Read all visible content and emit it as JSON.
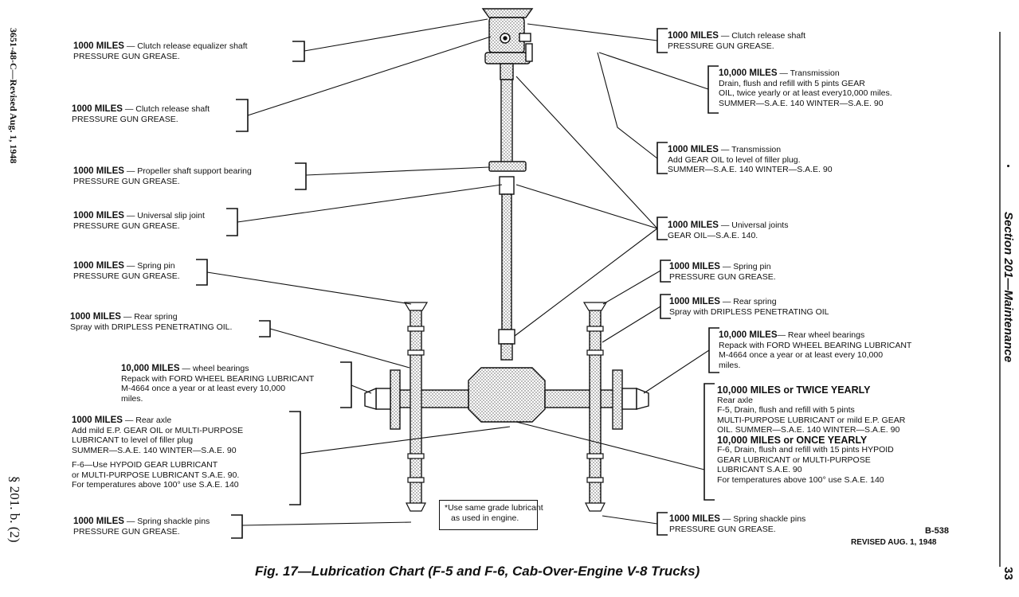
{
  "left_margin": {
    "doc_id": "3651-48-C—Revised Aug. 1, 1948",
    "section_ref": "§ 201. b. (2)"
  },
  "right_margin": {
    "section_title": "Section 201—Maintenance",
    "page_number": "33"
  },
  "labels_left": [
    {
      "name": "clutch-equalizer",
      "lines": [
        {
          "bold": "1000 MILES",
          "rest": " — Clutch release equalizer shaft"
        },
        {
          "text": "PRESSURE GUN GREASE."
        }
      ]
    },
    {
      "name": "clutch-release-left",
      "lines": [
        {
          "bold": "1000 MILES",
          "rest": " — Clutch release shaft"
        },
        {
          "text": "PRESSURE GUN GREASE."
        }
      ]
    },
    {
      "name": "propeller-bearing",
      "lines": [
        {
          "bold": "1000 MILES",
          "rest": " — Propeller shaft  support bearing"
        },
        {
          "text": "PRESSURE GUN GREASE."
        }
      ]
    },
    {
      "name": "slip-joint",
      "lines": [
        {
          "bold": "1000 MILES",
          "rest": " — Universal slip joint"
        },
        {
          "text": "PRESSURE GUN GREASE."
        }
      ]
    },
    {
      "name": "spring-pin-left",
      "lines": [
        {
          "bold": "1000 MILES",
          "rest": " — Spring  pin"
        },
        {
          "text": "PRESSURE GUN GREASE."
        }
      ]
    },
    {
      "name": "rear-spring-left",
      "lines": [
        {
          "bold": "1000 MILES",
          "rest": " — Rear spring"
        },
        {
          "text": "Spray with DRIPLESS PENETRATING OIL."
        }
      ]
    },
    {
      "name": "wheel-bearings-left",
      "lines": [
        {
          "bold": "10,000 MILES",
          "rest": " —          wheel bearings"
        },
        {
          "text": "Repack with FORD WHEEL BEARING LUBRICANT"
        },
        {
          "text": "M-4664 once a year or at least every 10,000"
        },
        {
          "text": "miles."
        }
      ]
    },
    {
      "name": "rear-axle-left",
      "lines": [
        {
          "bold": "1000 MILES",
          "rest": " — Rear axle"
        },
        {
          "text": "Add mild E.P. GEAR OIL or MULTI-PURPOSE"
        },
        {
          "text": "LUBRICANT  to level of filler plug"
        },
        {
          "text": "SUMMER—S.A.E. 140       WINTER—S.A.E. 90"
        },
        {
          "text": " "
        },
        {
          "text": "F-6—Use HYPOID GEAR LUBRICANT"
        },
        {
          "text": "or MULTI-PURPOSE LUBRICANT S.A.E. 90."
        },
        {
          "text": "For temperatures above 100° use S.A.E. 140"
        }
      ]
    },
    {
      "name": "shackle-left",
      "lines": [
        {
          "bold": "1000 MILES",
          "rest": " — Spring shackle pins"
        },
        {
          "text": "PRESSURE GUN GREASE."
        }
      ]
    }
  ],
  "labels_right": [
    {
      "name": "clutch-release-right",
      "lines": [
        {
          "bold": "1000 MILES",
          "rest": " — Clutch release shaft"
        },
        {
          "text": "PRESSURE GUN GREASE."
        }
      ]
    },
    {
      "name": "transmission-drain",
      "lines": [
        {
          "bold": "10,000 MILES",
          "rest": " — Transmission"
        },
        {
          "text": "Drain, flush and refill with 5  pints GEAR"
        },
        {
          "text": "OIL, twice yearly or at least every10,000 miles."
        },
        {
          "text": "SUMMER—S.A.E. 140          WINTER—S.A.E. 90"
        }
      ]
    },
    {
      "name": "transmission-add",
      "lines": [
        {
          "bold": "1000 MILES",
          "rest": " — Transmission"
        },
        {
          "text": "Add GEAR OIL to level of filler plug."
        },
        {
          "text": "SUMMER—S.A.E. 140          WINTER—S.A.E. 90"
        }
      ]
    },
    {
      "name": "universal-joints",
      "lines": [
        {
          "bold": "1000 MILES",
          "rest": " — Universal joints"
        },
        {
          "text": "GEAR OIL—S.A.E. 140."
        }
      ]
    },
    {
      "name": "spring-pin-right",
      "lines": [
        {
          "bold": "1000 MILES",
          "rest": " — Spring pin"
        },
        {
          "text": "PRESSURE GUN GREASE."
        }
      ]
    },
    {
      "name": "rear-spring-right",
      "lines": [
        {
          "bold": "1000 MILES",
          "rest": " — Rear spring"
        },
        {
          "text": "Spray with DRIPLESS PENETRATING OIL"
        }
      ]
    },
    {
      "name": "wheel-bearings-right",
      "lines": [
        {
          "bold": "10,000 MILES",
          "rest": "— Rear  wheel bearings"
        },
        {
          "text": "Repack with FORD WHEEL BEARING LUBRICANT"
        },
        {
          "text": "M-4664 once a year or at  least every 10,000"
        },
        {
          "text": "miles."
        }
      ]
    },
    {
      "name": "rear-axle-right",
      "lines": [
        {
          "big": "10,000 MILES or TWICE YEARLY"
        },
        {
          "text": "Rear axle"
        },
        {
          "text": "F-5, Drain, flush and refill with 5 pints"
        },
        {
          "text": "MULTI-PURPOSE LUBRICANT or mild E.P. GEAR"
        },
        {
          "text": "OIL. SUMMER—S.A.E. 140   WINTER—S.A.E. 90"
        },
        {
          "big": "10,000 MILES or ONCE YEARLY"
        },
        {
          "text": "F-6, Drain, flush and refill with 15 pints HYPOID"
        },
        {
          "text": "GEAR LUBRICANT or MULTI-PURPOSE"
        },
        {
          "text": "LUBRICANT S.A.E. 90"
        },
        {
          "text": "For temperatures above 100° use S.A.E. 140"
        }
      ]
    },
    {
      "name": "shackle-right",
      "lines": [
        {
          "bold": "1000 MILES",
          "rest": " — Spring shackle pins"
        },
        {
          "text": "PRESSURE GUN GREASE."
        }
      ]
    }
  ],
  "note": [
    "*Use same grade lubricant",
    "as used in engine."
  ],
  "caption": "Fig. 17—Lubrication Chart (F-5 and F-6, Cab-Over-Engine V-8 Trucks)",
  "plate_number": "B-538",
  "revised": "REVISED AUG. 1, 1948"
}
